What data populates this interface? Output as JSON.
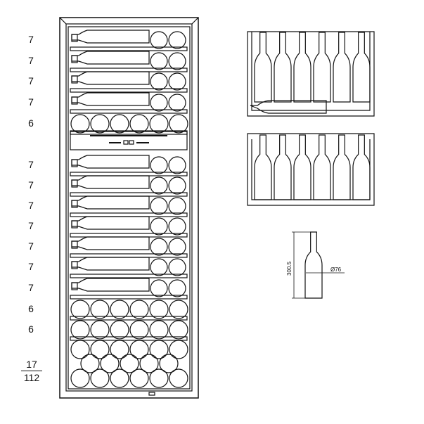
{
  "rows": [
    {
      "count": "7",
      "type": "lying"
    },
    {
      "count": "7",
      "type": "lying"
    },
    {
      "count": "7",
      "type": "lying"
    },
    {
      "count": "7",
      "type": "lying"
    },
    {
      "count": "6",
      "type": "front"
    },
    {
      "count": "7",
      "type": "lying"
    },
    {
      "count": "7",
      "type": "lying"
    },
    {
      "count": "7",
      "type": "lying"
    },
    {
      "count": "7",
      "type": "lying"
    },
    {
      "count": "7",
      "type": "lying"
    },
    {
      "count": "7",
      "type": "lying"
    },
    {
      "count": "7",
      "type": "lying"
    },
    {
      "count": "6",
      "type": "front"
    },
    {
      "count": "6",
      "type": "front"
    }
  ],
  "bottom": {
    "count": "17",
    "total": "112"
  },
  "bottle": {
    "height": "300.5",
    "diameter": "Ø76"
  },
  "colors": {
    "line": "#111111"
  }
}
